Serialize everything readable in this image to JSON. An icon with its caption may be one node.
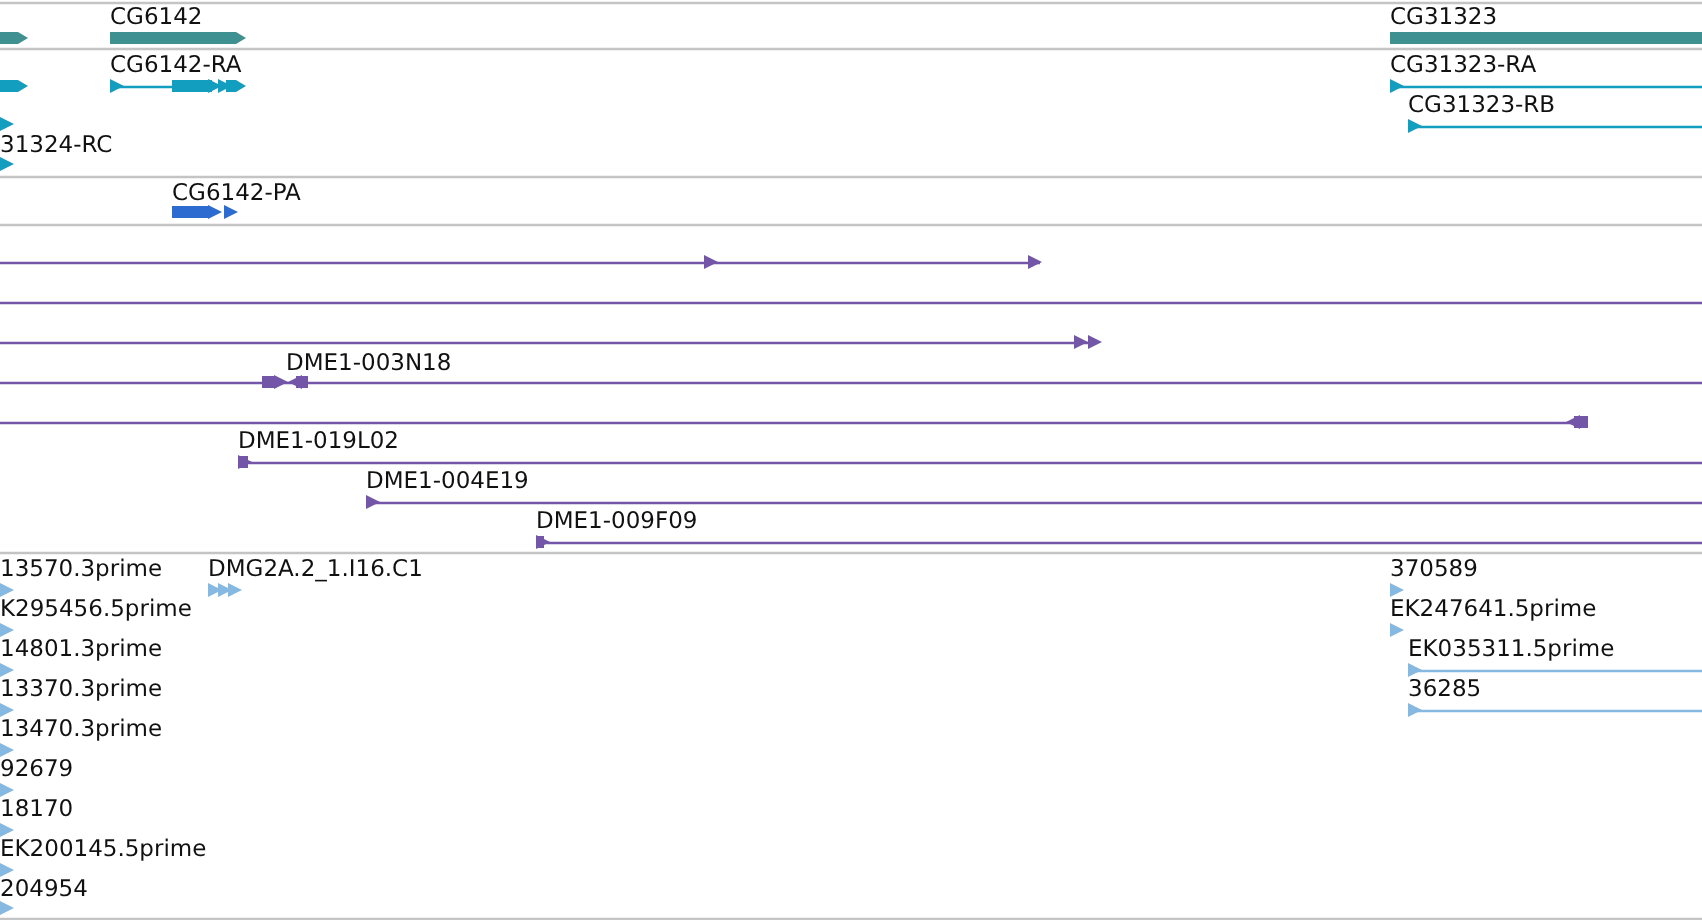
{
  "diagram": {
    "labels": [
      "CG6142",
      "CG31323",
      "CG6142-RA",
      "CG31323-RA",
      "CG31323-RB",
      "31324-RC",
      "CG6142-PA",
      "DME1-003N18",
      "DME1-019L02",
      "DME1-004E19",
      "DME1-009F09",
      "13570.3prime",
      "DMG2A.2_1.I16.C1",
      "370589",
      "K295456.5prime",
      "EK247641.5prime",
      "14801.3prime",
      "EK035311.5prime",
      "13370.3prime",
      "36285",
      "13470.3prime",
      "92679",
      "18170",
      "EK200145.5prime",
      "204954"
    ]
  }
}
